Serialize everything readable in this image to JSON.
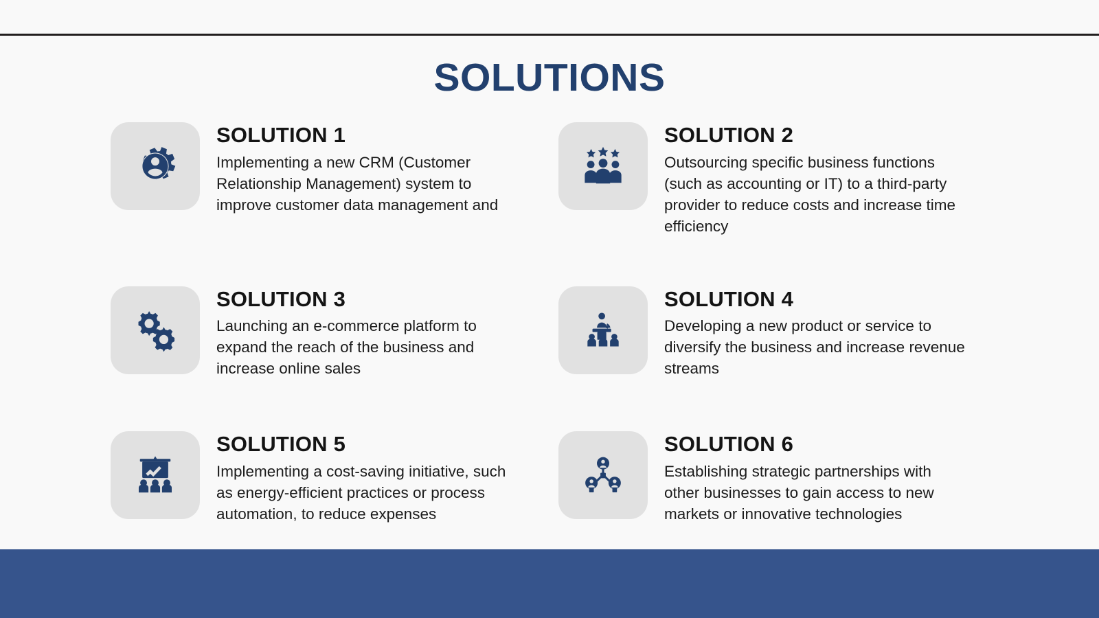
{
  "page": {
    "title": "SOLUTIONS",
    "title_color": "#22406e",
    "background_color": "#f9f9f9",
    "accent_bar_color": "#36548c",
    "icon_tile_color": "#e1e1e1",
    "icon_color": "#22406e",
    "rule_color": "#221f1f"
  },
  "solutions": [
    {
      "title": "SOLUTION 1",
      "description": "Implementing a new CRM (Customer Relationship Management) system to improve customer data management and",
      "icon": "gear-person-icon"
    },
    {
      "title": "SOLUTION 2",
      "description": "Outsourcing specific business functions (such as accounting or IT) to a third-party provider to reduce costs and increase time efficiency",
      "icon": "team-stars-icon"
    },
    {
      "title": "SOLUTION 3",
      "description": "Launching an e-commerce platform to expand the reach of the business and increase online sales",
      "icon": "two-gears-icon"
    },
    {
      "title": "SOLUTION 4",
      "description": "Developing a new product or service to diversify the business and increase revenue streams",
      "icon": "presenter-podium-audience-icon"
    },
    {
      "title": "SOLUTION 5",
      "description": "Implementing a cost-saving initiative, such as energy-efficient practices or process automation, to reduce expenses",
      "icon": "chart-board-audience-icon"
    },
    {
      "title": "SOLUTION 6",
      "description": "Establishing strategic partnerships with other businesses to gain access to new markets or innovative technologies",
      "icon": "network-people-icon"
    }
  ]
}
